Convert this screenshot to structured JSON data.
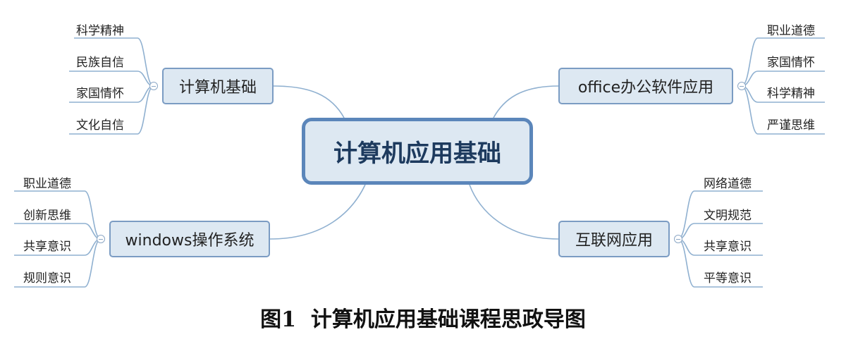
{
  "root": {
    "label": "计算机应用基础"
  },
  "branches": {
    "top_left": {
      "label": "计算机基础",
      "children": [
        "科学精神",
        "民族自信",
        "家国情怀",
        "文化自信"
      ]
    },
    "top_right": {
      "label": "office办公软件应用",
      "children": [
        "职业道德",
        "家国情怀",
        "科学精神",
        "严谨思维"
      ]
    },
    "bottom_left": {
      "label": "windows操作系统",
      "children": [
        "职业道德",
        "创新思维",
        "共享意识",
        "规则意识"
      ]
    },
    "bottom_right": {
      "label": "互联网应用",
      "children": [
        "网络道德",
        "文明规范",
        "共享意识",
        "平等意识"
      ]
    }
  },
  "caption": {
    "figure_number": "图1",
    "title": "计算机应用基础课程思政导图"
  },
  "colors": {
    "node_fill": "#dde8f2",
    "node_border": "#7b9cc3",
    "root_border": "#5b86ba",
    "connector": "#8fb0d0"
  }
}
